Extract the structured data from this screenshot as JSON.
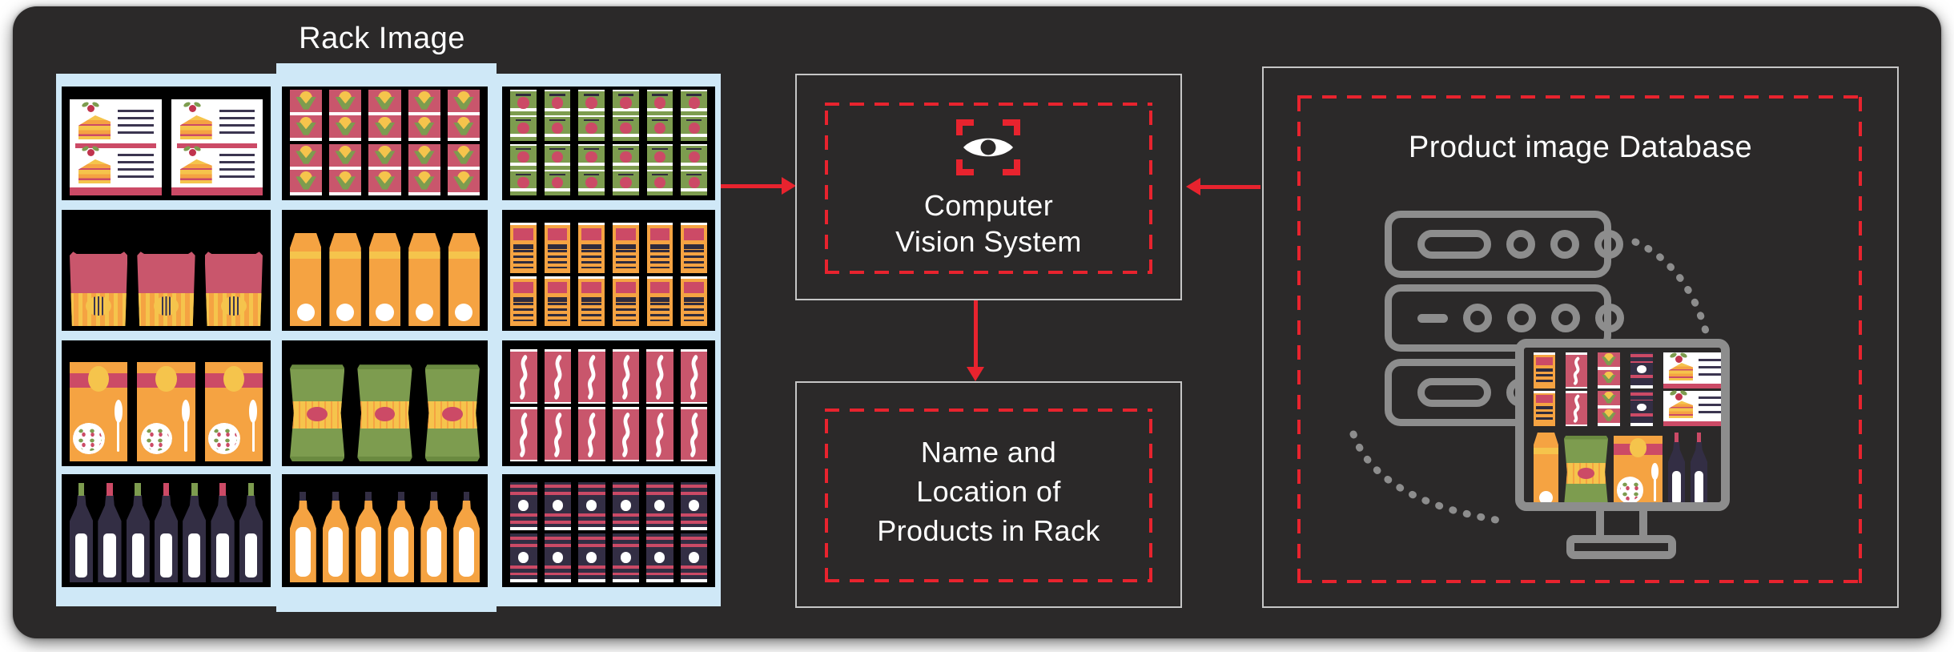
{
  "panel": {
    "bg": "#2b2929",
    "accent_red": "#e8232e",
    "box_border": "#c6c6c6",
    "rack_blue": "#cfe8f7",
    "server_gray": "#8d8d8d",
    "crimson": "#c9566c",
    "pink": "#cc4a66",
    "orange": "#f5a342",
    "yellow": "#f5c44c",
    "olive": "#7d9c4f",
    "navy": "#332e44",
    "text_white": "#ffffff"
  },
  "rack": {
    "title": "Rack Image",
    "cells": [
      [
        {
          "type": "cake-box",
          "count": 2,
          "rows": 1,
          "h": 88,
          "gap": 12
        },
        {
          "type": "corn-pack",
          "count": 5,
          "rows": 2,
          "h": 47,
          "gap": 9
        },
        {
          "type": "green-box",
          "count": 6,
          "rows": 2,
          "h": 47,
          "gap": 10
        }
      ],
      [
        {
          "type": "chips-bag",
          "count": 3,
          "rows": 1,
          "h": 64,
          "gap": 12
        },
        {
          "type": "orange-carton",
          "count": 5,
          "rows": 1,
          "h": 80,
          "gap": 10
        },
        {
          "type": "barcode-box",
          "count": 6,
          "rows": 2,
          "h": 43,
          "gap": 10
        }
      ],
      [
        {
          "type": "soup-box",
          "count": 3,
          "rows": 1,
          "h": 82,
          "gap": 12
        },
        {
          "type": "green-bag",
          "count": 3,
          "rows": 1,
          "h": 80,
          "gap": 16
        },
        {
          "type": "swirl-can",
          "count": 6,
          "rows": 2,
          "h": 45,
          "gap": 9
        }
      ],
      [
        {
          "type": "wine-bottle",
          "count": 7,
          "rows": 1,
          "h": 92,
          "gap": 6
        },
        {
          "type": "orange-bottle",
          "count": 6,
          "rows": 1,
          "h": 84,
          "gap": 8
        },
        {
          "type": "dark-box",
          "count": 6,
          "rows": 2,
          "h": 45,
          "gap": 9
        }
      ]
    ]
  },
  "cvs": {
    "icon": "eye-scan-icon",
    "line1": "Computer",
    "line2": "Vision System"
  },
  "output": {
    "line1": "Name and",
    "line2": "Location of",
    "line3": "Products in Rack"
  },
  "database": {
    "title": "Product image Database",
    "icons": [
      "server-rack-icon",
      "monitor-products-icon",
      "dotted-sync-arcs"
    ],
    "monitor": {
      "top_shelf": [
        {
          "type": "barcode-box",
          "w": 27
        },
        {
          "type": "swirl-can",
          "w": 27
        },
        {
          "type": "corn-pack",
          "w": 28
        },
        {
          "type": "dark-box",
          "w": 28
        },
        {
          "type": "cake-box1",
          "w": 84
        }
      ],
      "bottom_shelf": [
        {
          "type": "orange-carton",
          "w": 31,
          "h": 100
        },
        {
          "type": "green-bag",
          "w": 55,
          "h": 96
        },
        {
          "type": "soup-box",
          "w": 61,
          "h": 96
        },
        {
          "type": "wine-bottle",
          "w": 21,
          "h": 100
        },
        {
          "type": "wine-bottle",
          "w": 21,
          "h": 100
        }
      ]
    }
  }
}
